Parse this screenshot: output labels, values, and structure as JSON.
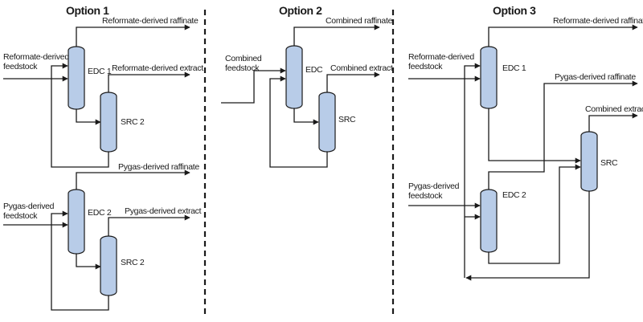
{
  "options": [
    {
      "title": "Option 1",
      "top_block": {
        "feed": [
          "Reformate-derived",
          "feedstock"
        ],
        "edc": "EDC 1",
        "src": "SRC 2",
        "raffinate": "Reformate-derived raffinate",
        "extract": "Reformate-derived extract"
      },
      "bottom_block": {
        "feed": [
          "Pygas-derived",
          "feedstock"
        ],
        "edc": "EDC 2",
        "src": "SRC 2",
        "raffinate": "Pygas-derived raffinate",
        "extract": "Pygas-derived extract"
      }
    },
    {
      "title": "Option 2",
      "feed": [
        "Combined",
        "feedstock"
      ],
      "edc": "EDC",
      "src": "SRC",
      "raffinate": "Combined raffinate",
      "extract": "Combined extract"
    },
    {
      "title": "Option 3",
      "feed_top": [
        "Reformate-derived",
        "feedstock"
      ],
      "feed_bottom": [
        "Pygas-derived",
        "feedstock"
      ],
      "edc_top": "EDC 1",
      "edc_bottom": "EDC 2",
      "src": "SRC",
      "raffinate_top": "Reformate-derived raffinate",
      "raffinate_mid": "Pygas-derived raffinate",
      "extract": "Combined extract"
    }
  ]
}
